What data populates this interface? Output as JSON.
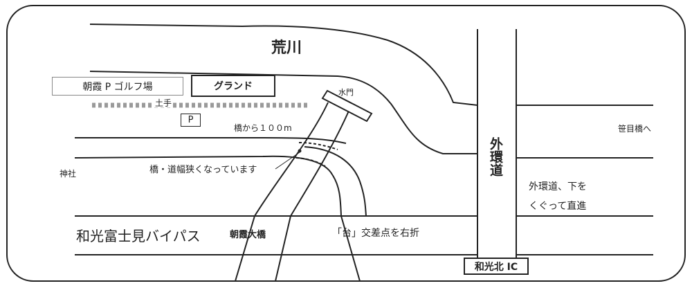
{
  "labels": {
    "river": "荒川",
    "golf": "朝霞 P ゴルフ場",
    "ground": "グランド",
    "water_gate": "水門",
    "embankment": "土手",
    "parking": "P",
    "bridge_distance": "橋から１００m",
    "shrine": "神社",
    "narrow_road": "橋・道幅狭くなっています",
    "bypass": "和光富士見バイパス",
    "asaka_bridge": "朝霞大橋",
    "intersection": "「台」交差点を右折",
    "gaikando": "外環道",
    "sasame_bridge": "笹目橋へ",
    "under_gaikan_line1": "外環道、下を",
    "under_gaikan_line2": "くぐって直進",
    "wako_ic": "和光北 IC"
  },
  "colors": {
    "line": "#1f1f1f",
    "embankment_dash": "#9a9a9a",
    "frame": "#222222"
  }
}
